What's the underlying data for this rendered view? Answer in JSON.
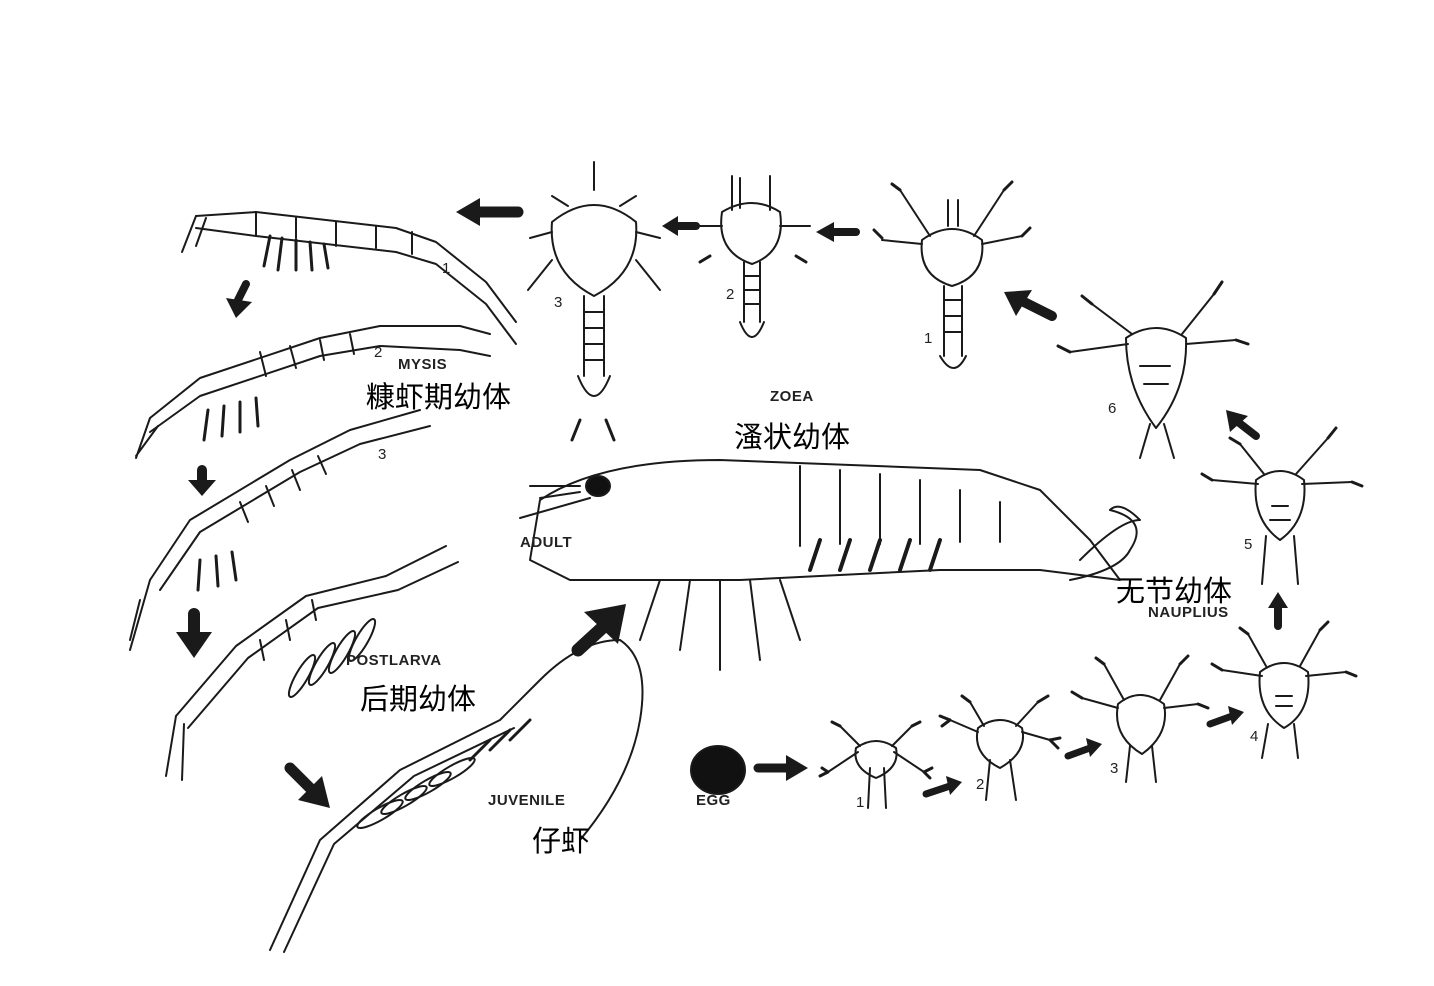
{
  "labels": {
    "mysis": "MYSIS",
    "mysis_cn": "糠虾期幼体",
    "zoea": "ZOEA",
    "zoea_cn": "溞状幼体",
    "nauplius": "NAUPLIUS",
    "nauplius_cn": "无节幼体",
    "postlarva": "POSTLARVA",
    "postlarva_cn": "后期幼体",
    "juvenile": "JUVENILE",
    "juvenile_cn": "仔虾",
    "adult": "ADULT",
    "egg": "EGG"
  },
  "stage_numbers": {
    "mysis": [
      "1",
      "2",
      "3"
    ],
    "zoea": [
      "1",
      "2",
      "3"
    ],
    "nauplius": [
      "1",
      "2",
      "3",
      "4",
      "5",
      "6"
    ]
  },
  "colors": {
    "ink": "#1a1a1a",
    "background": "#ffffff"
  }
}
